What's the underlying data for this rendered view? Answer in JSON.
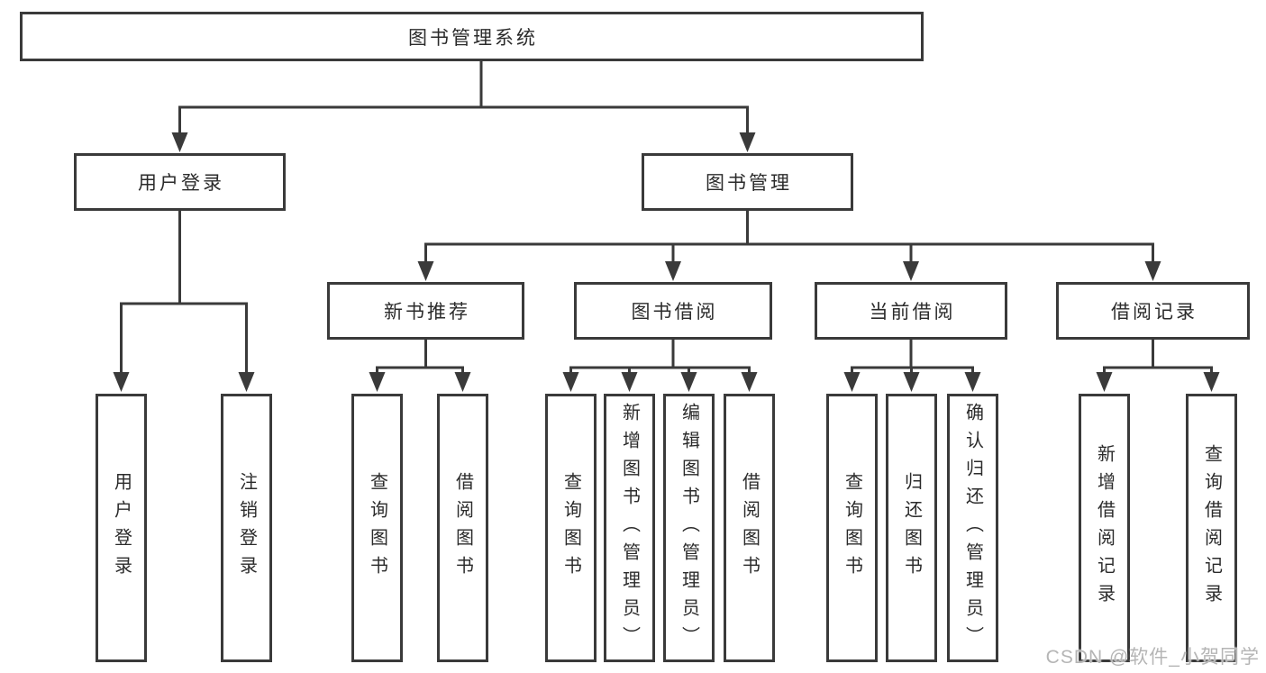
{
  "diagram": {
    "root": {
      "label": "图书管理系统",
      "children": [
        {
          "label": "用户登录",
          "children": [
            {
              "label": "用户登录"
            },
            {
              "label": "注销登录"
            }
          ]
        },
        {
          "label": "图书管理",
          "children": [
            {
              "label": "新书推荐",
              "children": [
                {
                  "label": "查询图书"
                },
                {
                  "label": "借阅图书"
                }
              ]
            },
            {
              "label": "图书借阅",
              "children": [
                {
                  "label": "查询图书"
                },
                {
                  "label": "新增图书（管理员）"
                },
                {
                  "label": "编辑图书（管理员）"
                },
                {
                  "label": "借阅图书"
                }
              ]
            },
            {
              "label": "当前借阅",
              "children": [
                {
                  "label": "查询图书"
                },
                {
                  "label": "归还图书"
                },
                {
                  "label": "确认归还（管理员）"
                }
              ]
            },
            {
              "label": "借阅记录",
              "children": [
                {
                  "label": "新增借阅记录"
                },
                {
                  "label": "查询借阅记录"
                }
              ]
            }
          ]
        }
      ]
    },
    "watermark": "CSDN @软件_小贺同学"
  },
  "colors": {
    "line": "#3a3a3a",
    "box_border": "#3a3a3a",
    "box_fill": "#ffffff",
    "text": "#2b2b2b",
    "watermark": "#b5b5b5",
    "background": "#ffffff"
  }
}
